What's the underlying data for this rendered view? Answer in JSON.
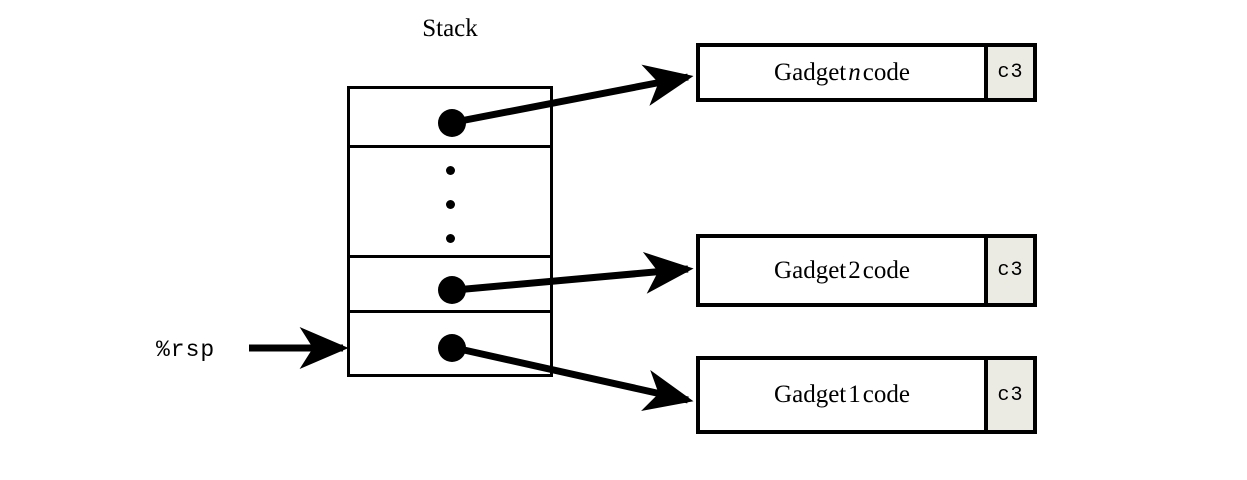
{
  "diagram": {
    "title": "Return-oriented programming stack and gadgets",
    "background": "#ffffff",
    "ink": "#000000",
    "ret_cell_fill": "#ecebe3"
  },
  "stack": {
    "label": "Stack",
    "register_pointer": {
      "label": "%rsp",
      "points_to_slot": "gadget-1-pointer"
    },
    "slots": [
      {
        "name": "gadget-n-pointer",
        "content_kind": "pointer-dot",
        "targets": "gadget-n"
      },
      {
        "name": "omitted-entries",
        "content_kind": "vertical-ellipsis",
        "dots": 3
      },
      {
        "name": "gadget-2-pointer",
        "content_kind": "pointer-dot",
        "targets": "gadget-2"
      },
      {
        "name": "gadget-1-pointer",
        "content_kind": "pointer-dot",
        "targets": "gadget-1"
      }
    ]
  },
  "gadgets": [
    {
      "name": "gadget-n",
      "code_prefix": "Gadget",
      "index": "n",
      "index_italic": true,
      "code_suffix": "code",
      "ret_byte": "c3"
    },
    {
      "name": "gadget-2",
      "code_prefix": "Gadget",
      "index": "2",
      "index_italic": false,
      "code_suffix": "code",
      "ret_byte": "c3"
    },
    {
      "name": "gadget-1",
      "code_prefix": "Gadget",
      "index": "1",
      "index_italic": false,
      "code_suffix": "code",
      "ret_byte": "c3"
    }
  ],
  "arrows": [
    {
      "name": "arrow-rsp-to-stack",
      "from": "%rsp label",
      "to": "bottom stack slot"
    },
    {
      "name": "arrow-stack-to-gadget-n",
      "from": "gadget-n-pointer",
      "to": "gadget-n"
    },
    {
      "name": "arrow-stack-to-gadget-2",
      "from": "gadget-2-pointer",
      "to": "gadget-2"
    },
    {
      "name": "arrow-stack-to-gadget-1",
      "from": "gadget-1-pointer",
      "to": "gadget-1"
    }
  ]
}
